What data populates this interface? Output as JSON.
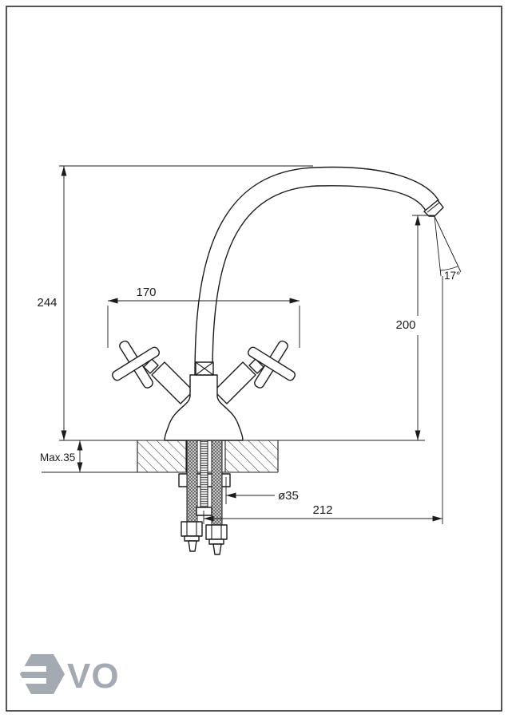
{
  "page": {
    "background": "#ffffff",
    "line_color": "#1c1c1c"
  },
  "drawing": {
    "subject": "kitchen-faucet-dimensional-drawing",
    "dimensions": {
      "overall_height": "244",
      "handle_span": "170",
      "spout_height": "200",
      "spout_angle": "17°",
      "max_mount_thickness": "Max.35",
      "hole_diameter": "ø35",
      "spout_reach": "212"
    }
  },
  "logo": {
    "text": "VO",
    "color": "#a4aab1"
  }
}
